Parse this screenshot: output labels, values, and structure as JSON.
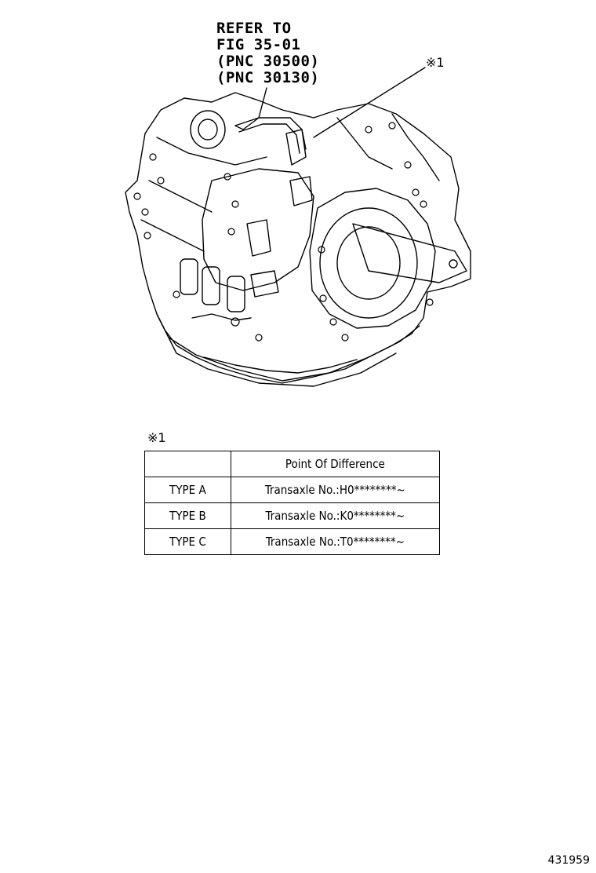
{
  "reference_note": {
    "lines": [
      "REFER TO",
      "FIG 35-01",
      "(PNC 30500)",
      "(PNC 30130)"
    ]
  },
  "callout_marker": "※1",
  "table_marker": "※1",
  "difference_table": {
    "header": [
      "",
      "Point Of Difference"
    ],
    "rows": [
      {
        "type": "TYPE A",
        "difference": "Transaxle No.:H0********~"
      },
      {
        "type": "TYPE B",
        "difference": "Transaxle No.:K0********~"
      },
      {
        "type": "TYPE C",
        "difference": "Transaxle No.:T0********~"
      }
    ]
  },
  "illustration_id": "431959"
}
